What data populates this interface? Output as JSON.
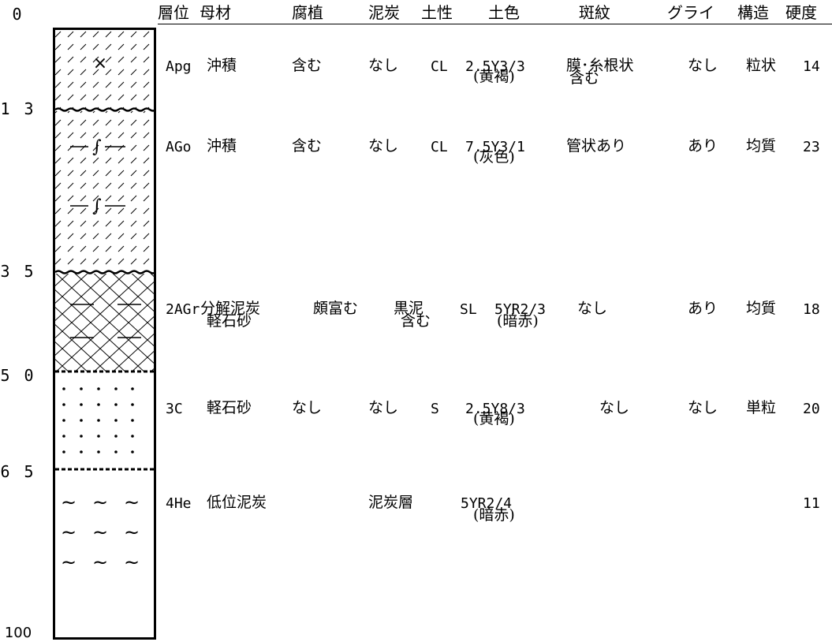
{
  "headers": {
    "horizon": "層位",
    "parent_material": "母材",
    "humus": "腐植",
    "peat": "泥炭",
    "texture": "土性",
    "color": "土色",
    "mottles": "斑紋",
    "gley": "グライ",
    "structure": "構造",
    "hardness": "硬度"
  },
  "depth_labels": [
    "0",
    "1 3",
    "3 5",
    "5 0",
    "6 5",
    "100"
  ],
  "layers": [
    {
      "horizon": "Apg",
      "parent_material": "沖積",
      "parent_material_2": "",
      "humus": "含む",
      "peat": "なし",
      "peat_2": "",
      "texture": "CL",
      "color": "2.5Y3/3",
      "color_name": "(黄褐)",
      "mottles": "膜･糸根状",
      "mottles_2": "含む",
      "gley": "なし",
      "structure": "粒状",
      "hardness": "14"
    },
    {
      "horizon": "AGo",
      "parent_material": "沖積",
      "parent_material_2": "",
      "humus": "含む",
      "peat": "なし",
      "peat_2": "",
      "texture": "CL",
      "color": "7.5Y3/1",
      "color_name": "(灰色)",
      "mottles": "管状あり",
      "mottles_2": "",
      "gley": "あり",
      "structure": "均質",
      "hardness": "23"
    },
    {
      "horizon": "2AGr",
      "parent_material": "分解泥炭",
      "parent_material_2": "軽石砂",
      "humus": "頗富む",
      "peat": "黒泥",
      "peat_2": "含む",
      "texture": "SL",
      "color": "5YR2/3",
      "color_name": "(暗赤)",
      "mottles": "なし",
      "mottles_2": "",
      "gley": "あり",
      "structure": "均質",
      "hardness": "18"
    },
    {
      "horizon": "3C",
      "parent_material": "軽石砂",
      "parent_material_2": "",
      "humus": "なし",
      "peat": "なし",
      "peat_2": "",
      "texture": "S",
      "color": "2.5Y8/3",
      "color_name": "(黄褐)",
      "mottles": "なし",
      "mottles_2": "",
      "gley": "なし",
      "structure": "単粒",
      "hardness": "20"
    },
    {
      "horizon": "4He",
      "parent_material": "低位泥炭",
      "parent_material_2": "",
      "humus": "",
      "peat": "泥炭層",
      "peat_2": "",
      "texture": "",
      "color": "5YR2/4",
      "color_name": "(暗赤)",
      "mottles": "",
      "mottles_2": "",
      "gley": "",
      "structure": "",
      "hardness": "11"
    }
  ]
}
